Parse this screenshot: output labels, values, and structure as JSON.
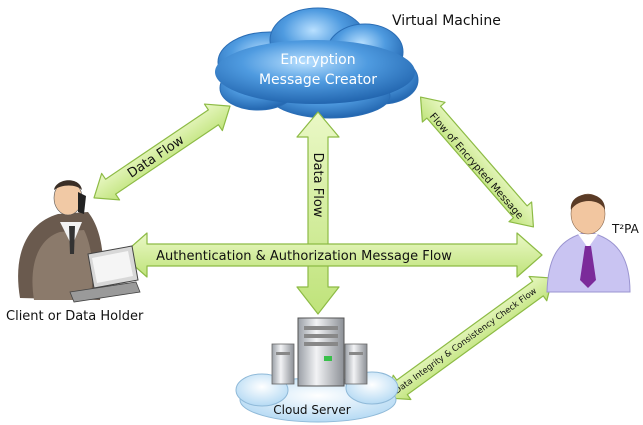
{
  "cloud": {
    "title": "Virtual Machine",
    "line1": "Encryption",
    "line2": "Message Creator"
  },
  "arrows": {
    "data_flow_left": "Data Flow",
    "data_flow_vertical": "Data Flow",
    "encrypted_flow": "Flow of Encrypted Message",
    "auth_flow": "Authentication & Authorization Message Flow",
    "integrity_flow": "Data Integrity & Consistency Check Flow"
  },
  "nodes": {
    "client_label": "Client or Data Holder",
    "auditor_label": "T²PA",
    "server_label": "Cloud Server"
  },
  "colors": {
    "arrow_fill": "#d6f0a0",
    "arrow_stroke": "#8dbb45",
    "cloud_fill": "#3f8fd8",
    "shirt": "#c9c4f2",
    "tie": "#7b2b9a"
  }
}
